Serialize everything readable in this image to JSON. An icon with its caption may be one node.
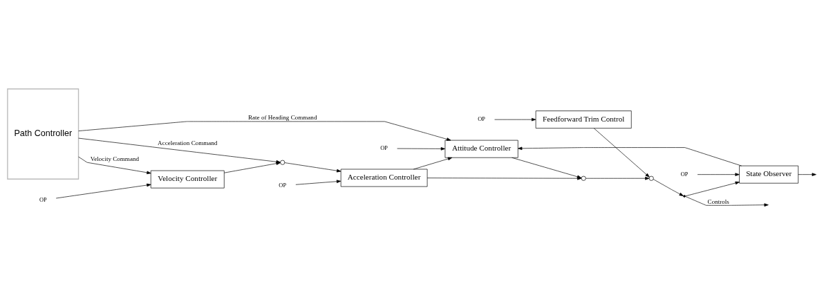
{
  "diagram": {
    "nodes": [
      {
        "text": [
          "Path Controller"
        ]
      },
      {
        "text": [
          "Velocity Controller"
        ]
      },
      {
        "text": [
          "Feedforward Trim Control"
        ]
      },
      {
        "text": [
          "Acceleration Controller"
        ]
      },
      {
        "text": [
          "Attitude Controller"
        ]
      },
      {
        "text": [
          "State Observer"
        ]
      },
      {
        "text": [],
        "shape": "circle"
      },
      {
        "text": [],
        "shape": "circle"
      },
      {
        "text": [],
        "shape": "circle"
      },
      {
        "text": [],
        "shape": "dot"
      },
      {
        "text": [
          "OP"
        ]
      },
      {
        "text": [
          "OP"
        ]
      },
      {
        "text": [
          "OP"
        ]
      },
      {
        "text": [
          "OP"
        ]
      },
      {
        "text": [
          "OP"
        ]
      }
    ],
    "edges": [
      {
        "from": 0,
        "to": 1,
        "arrow": "to",
        "label": "Velocity Command"
      },
      {
        "from": 1,
        "to": 6,
        "arrow": "to"
      },
      {
        "from": 0,
        "to": 6,
        "arrow": "to",
        "label": "Acceleration Command"
      },
      {
        "from": 6,
        "to": 3,
        "arrow": "to"
      },
      {
        "from": 3,
        "to": 7,
        "arrow": "to"
      },
      {
        "from": 3,
        "to": 4,
        "arrow": "to"
      },
      {
        "from": 0,
        "to": 4,
        "arrow": "to",
        "label": "Rate of Heading Command"
      },
      {
        "from": 4,
        "to": 7,
        "arrow": "to"
      },
      {
        "from": 7,
        "to": 8,
        "arrow": "to"
      },
      {
        "from": 2,
        "to": 8,
        "arrow": "to"
      },
      {
        "from": 8,
        "to": 9,
        "arrow": "to"
      },
      {
        "from": 9,
        "to": null,
        "arrow": "to",
        "label": "Controls"
      },
      {
        "from": 9,
        "to": 5,
        "arrow": "to"
      },
      {
        "from": 5,
        "to": null,
        "arrow": "to"
      },
      {
        "from": 5,
        "to": 4,
        "arrow": "to"
      },
      {
        "from": 10,
        "to": 1,
        "arrow": "to"
      },
      {
        "from": 11,
        "to": 2,
        "arrow": "to"
      },
      {
        "from": 12,
        "to": 3,
        "arrow": "to"
      },
      {
        "from": 13,
        "to": 4,
        "arrow": "to"
      },
      {
        "from": 14,
        "to": 5,
        "arrow": "to"
      }
    ]
  }
}
